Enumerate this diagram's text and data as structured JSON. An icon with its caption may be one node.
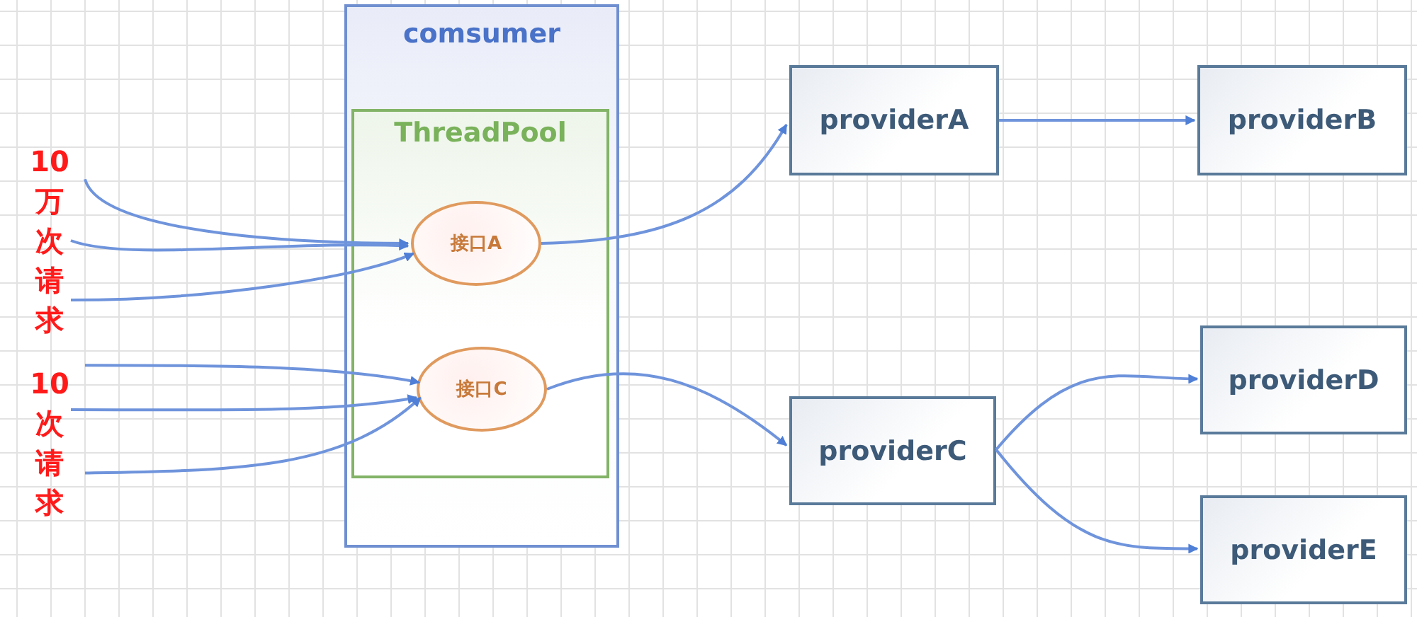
{
  "diagram": {
    "nodes": [
      {
        "text": [
          "10万次请求"
        ]
      },
      {
        "text": [
          "10次请求"
        ]
      },
      {
        "text": [
          "comsumer"
        ]
      },
      {
        "text": [
          "ThreadPool"
        ],
        "in": 2
      },
      {
        "text": [
          "接口A"
        ],
        "in": 3
      },
      {
        "text": [
          "接口C"
        ],
        "in": 3
      },
      {
        "text": [
          "providerA"
        ]
      },
      {
        "text": [
          "providerB"
        ]
      },
      {
        "text": [
          "providerC"
        ]
      },
      {
        "text": [
          "providerD"
        ]
      },
      {
        "text": [
          "providerE"
        ]
      }
    ],
    "edges": [
      {
        "from": 0,
        "to": 4,
        "arrow": "to"
      },
      {
        "from": 0,
        "to": 4,
        "arrow": "to"
      },
      {
        "from": 0,
        "to": 4,
        "arrow": "to"
      },
      {
        "from": 1,
        "to": 5,
        "arrow": "to"
      },
      {
        "from": 1,
        "to": 5,
        "arrow": "to"
      },
      {
        "from": 1,
        "to": 5,
        "arrow": "to"
      },
      {
        "from": 4,
        "to": 6,
        "arrow": "to"
      },
      {
        "from": 6,
        "to": 7,
        "arrow": "to"
      },
      {
        "from": 5,
        "to": 8,
        "arrow": "to"
      },
      {
        "from": 8,
        "to": 9,
        "arrow": "to"
      },
      {
        "from": 8,
        "to": 10,
        "arrow": "to"
      }
    ]
  }
}
